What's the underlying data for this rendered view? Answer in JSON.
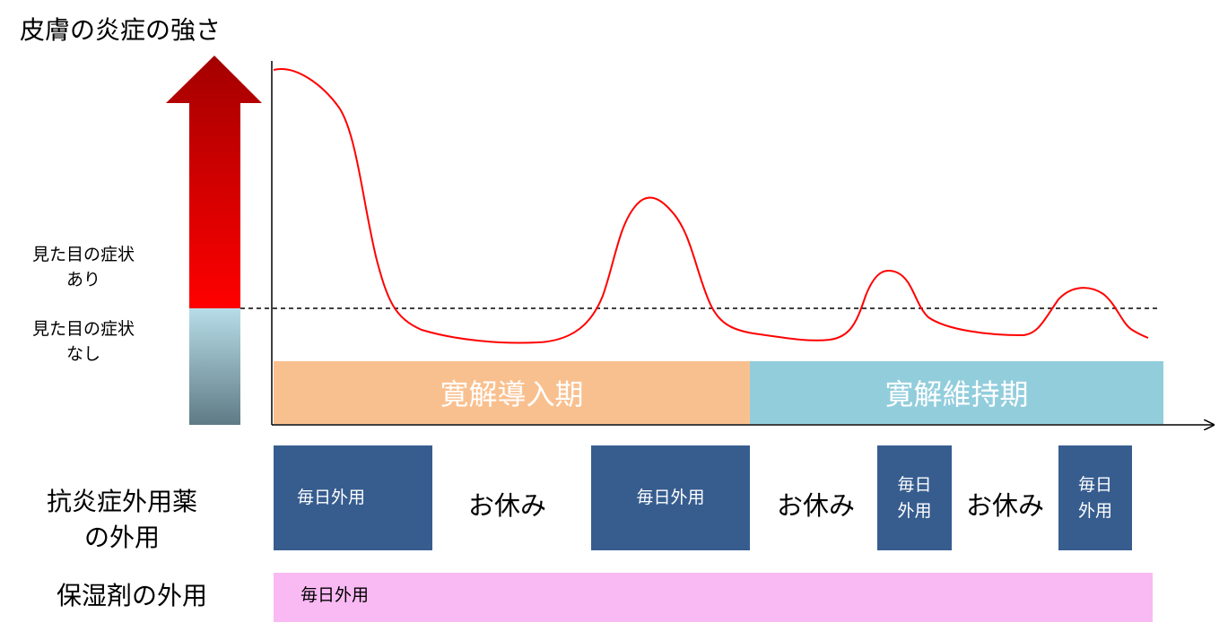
{
  "y_axis_title": "皮膚の炎症の強さ",
  "threshold": {
    "above_label_line1": "見た目の症状",
    "above_label_line2": "あり",
    "below_label_line1": "見た目の症状",
    "below_label_line2": "なし"
  },
  "phases": [
    {
      "label": "寛解導入期",
      "color": "#f9c08f"
    },
    {
      "label": "寛解維持期",
      "color": "#92cddc"
    }
  ],
  "anti_inflammatory": {
    "label_line1": "抗炎症外用薬",
    "label_line2": "の外用",
    "blocks": [
      "毎日外用",
      "毎日外用"
    ],
    "short_blocks": [
      {
        "line1": "毎日",
        "line2": "外用"
      },
      {
        "line1": "毎日",
        "line2": "外用"
      }
    ],
    "rests": [
      "お休み",
      "お休み",
      "お休み"
    ],
    "block_color": "#375d8f"
  },
  "moisturizer": {
    "label": "保湿剤の外用",
    "bar_text": "毎日外用",
    "color": "#f9b9f3"
  },
  "colors": {
    "curve": "#ff0000",
    "arrow_top": "#a30000",
    "arrow_bottom": "#ff0000",
    "stub_top": "#b7dde8",
    "stub_bottom": "#5f7b85"
  }
}
